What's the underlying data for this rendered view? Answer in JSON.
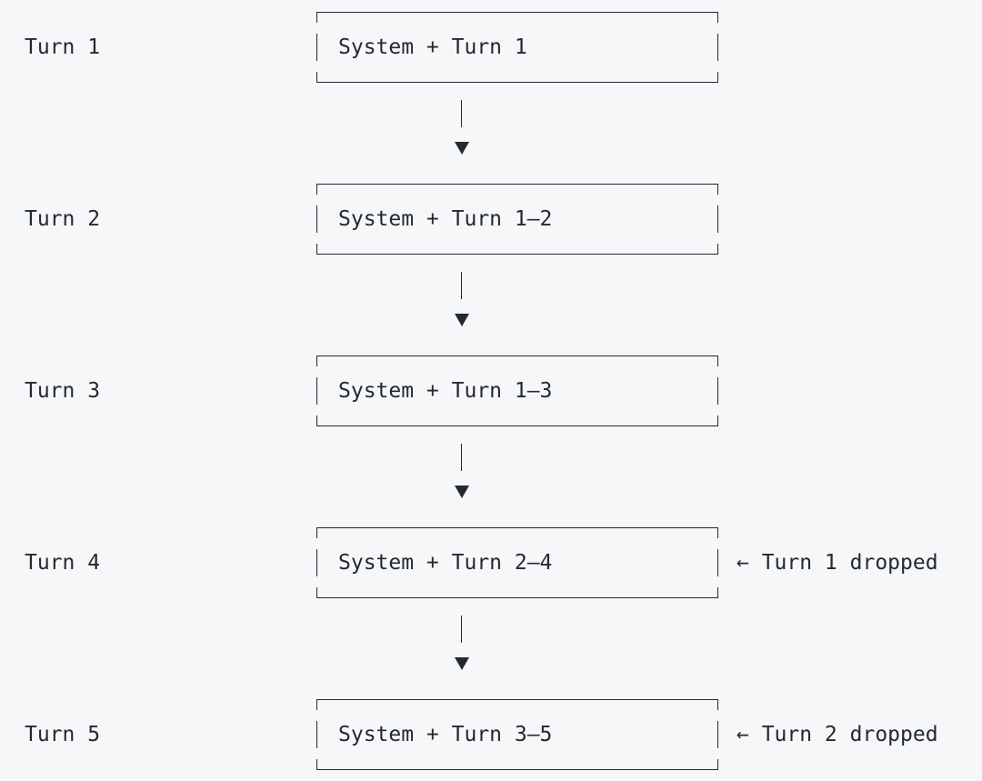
{
  "steps": [
    {
      "turn": "Turn 1",
      "context": "System + Turn 1",
      "note": ""
    },
    {
      "turn": "Turn 2",
      "context": "System + Turn 1–2",
      "note": ""
    },
    {
      "turn": "Turn 3",
      "context": "System + Turn 1–3",
      "note": ""
    },
    {
      "turn": "Turn 4",
      "context": "System + Turn 2–4",
      "note": "← Turn 1 dropped"
    },
    {
      "turn": "Turn 5",
      "context": "System + Turn 3–5",
      "note": "← Turn 2 dropped"
    }
  ]
}
